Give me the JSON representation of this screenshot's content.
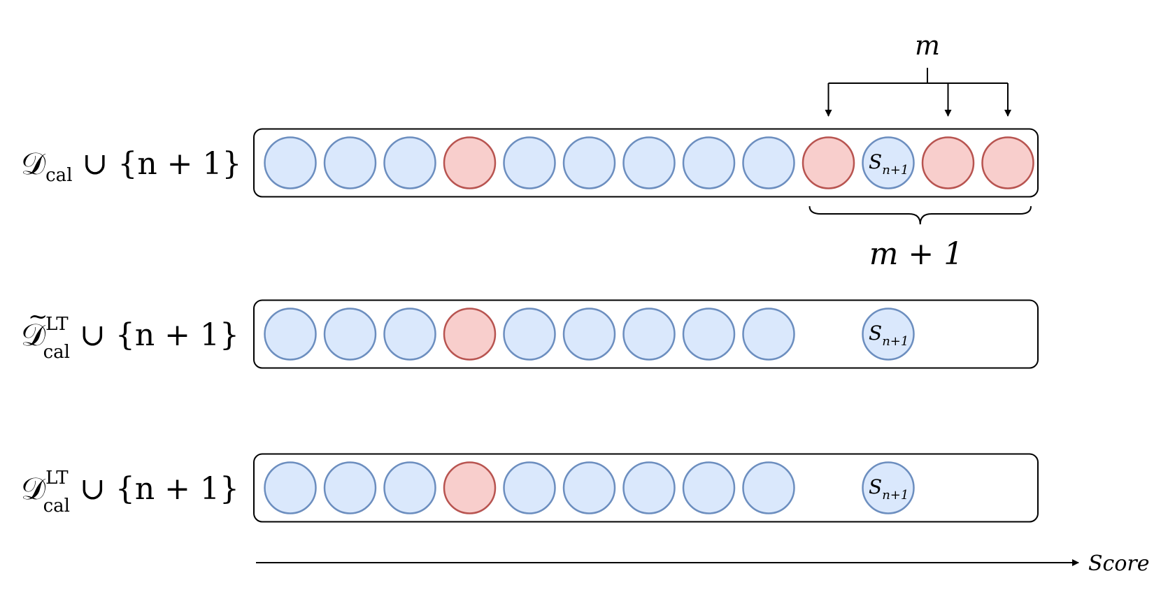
{
  "rows": [
    {
      "label": {
        "symbol": "𝒟",
        "tilde": false,
        "sup": "",
        "sub": "cal",
        "rest": " ∪ {n + 1}"
      },
      "circles": [
        "blue",
        "blue",
        "blue",
        "red",
        "blue",
        "blue",
        "blue",
        "blue",
        "blue",
        "red",
        "blue",
        "red",
        "red"
      ],
      "score_slot": 10
    },
    {
      "label": {
        "symbol": "𝒟",
        "tilde": true,
        "sup": "LT",
        "sub": "cal",
        "rest": " ∪ {n + 1}"
      },
      "circles": [
        "blue",
        "blue",
        "blue",
        "red",
        "blue",
        "blue",
        "blue",
        "blue",
        "blue",
        "",
        "blue",
        "",
        ""
      ],
      "score_slot": 10
    },
    {
      "label": {
        "symbol": "𝒟",
        "tilde": false,
        "sup": "LT",
        "sub": "cal",
        "rest": " ∪ {n + 1}"
      },
      "circles": [
        "blue",
        "blue",
        "blue",
        "red",
        "blue",
        "blue",
        "blue",
        "blue",
        "blue",
        "",
        "blue",
        "",
        ""
      ],
      "score_slot": 10
    }
  ],
  "score_label": {
    "base": "S",
    "sub": "n+1"
  },
  "annotation_top": "m",
  "annotation_brace": "m + 1",
  "arrow_targets": [
    9,
    11,
    12
  ],
  "brace_span": [
    9,
    12
  ],
  "axis_label": "Score",
  "colors": {
    "blue_fill": "#dae8fc",
    "blue_stroke": "#6c8ebf",
    "red_fill": "#f8cecc",
    "red_stroke": "#b85450"
  }
}
